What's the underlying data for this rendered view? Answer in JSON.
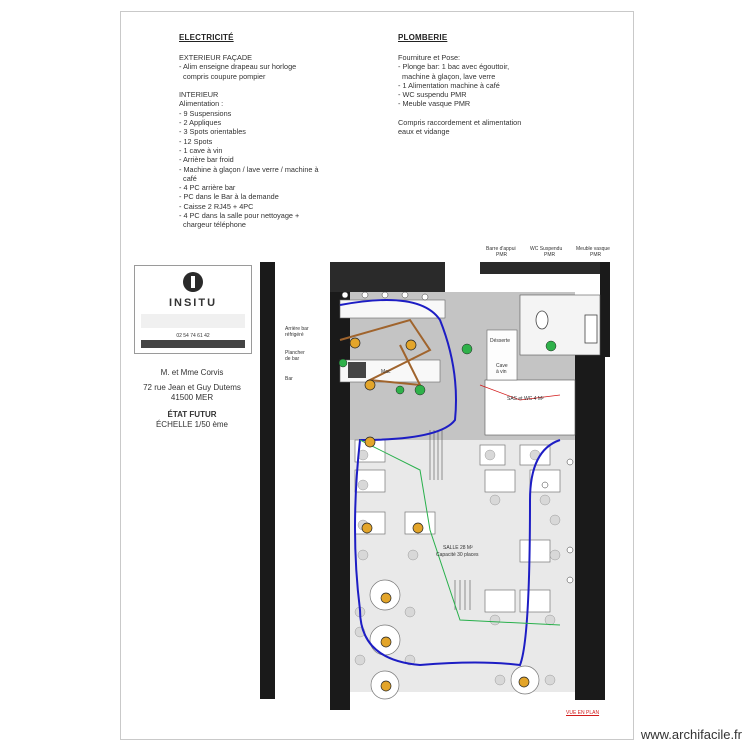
{
  "electricite": {
    "heading": "ELECTRICITÉ",
    "lines": [
      "EXTERIEUR FAÇADE",
      "- Alim enseigne drapeau sur horloge",
      "  compris coupure pompier",
      "",
      "INTERIEUR",
      "Alimentation :",
      "- 9 Suspensions",
      "- 2 Appliques",
      "- 3 Spots orientables",
      "- 12 Spots",
      "- 1 cave à vin",
      "- Arrière bar froid",
      "- Machine à glaçon / lave verre / machine à",
      "  café",
      "- 4 PC arrière bar",
      "- PC dans le Bar à la demande",
      "- Caisse 2 RJ45 + 4PC",
      "- 4 PC dans la salle pour nettoyage +",
      "  chargeur téléphone"
    ]
  },
  "plomberie": {
    "heading": "PLOMBERIE",
    "lines": [
      "Fourniture et Pose:",
      "- Plonge bar: 1 bac avec égouttoir,",
      "  machine à glaçon, lave verre",
      "- 1 Alimentation machine à café",
      "- WC suspendu PMR",
      "- Meuble vasque PMR",
      "",
      "Compris raccordement et alimentation",
      "eaux et vidange"
    ]
  },
  "titleblock": {
    "logo": "INSITU",
    "phone": "02 54 74 61 42",
    "client": "M. et Mme Corvis",
    "address1": "72 rue Jean et Guy Dutems",
    "address2": "41500 MER",
    "state": "ÉTAT FUTUR",
    "scale": "ÉCHELLE 1/50 ème"
  },
  "plan_labels": {
    "barre_appui": "Barre d'appui",
    "barre_appui2": "PMR",
    "wc_suspendu": "WC Suspendu",
    "wc_suspendu2": "PMR",
    "meuble_vasque": "Meuble vasque",
    "meuble_vasque2": "PMR",
    "arriere_bar": "Arrière bar",
    "arriere_bar2": "réfrigéré",
    "plancher": "Plancher",
    "plancher2": "de bar",
    "bar": "Bar",
    "mac": "Mac",
    "desserte": "Désserte",
    "cave": "Cave",
    "cave2": "à vin",
    "sas_wc": "SAS et WC 4 M²",
    "salle": "SALLE 28 M²",
    "capacite": "Capacité 30 places"
  },
  "vue_en_plan": "VUE EN PLAN",
  "watermark": "www.archifacile.fr",
  "colors": {
    "wall": "#1a1a1a",
    "circuit_blue": "#1d1dc4",
    "circuit_brown": "#a0642d",
    "circuit_green": "#29b04c",
    "circuit_red": "#d21a1a",
    "fixture_gold": "#e3a52a",
    "pc_green": "#2fb14a",
    "floor_gray": "#b8b8b8"
  }
}
